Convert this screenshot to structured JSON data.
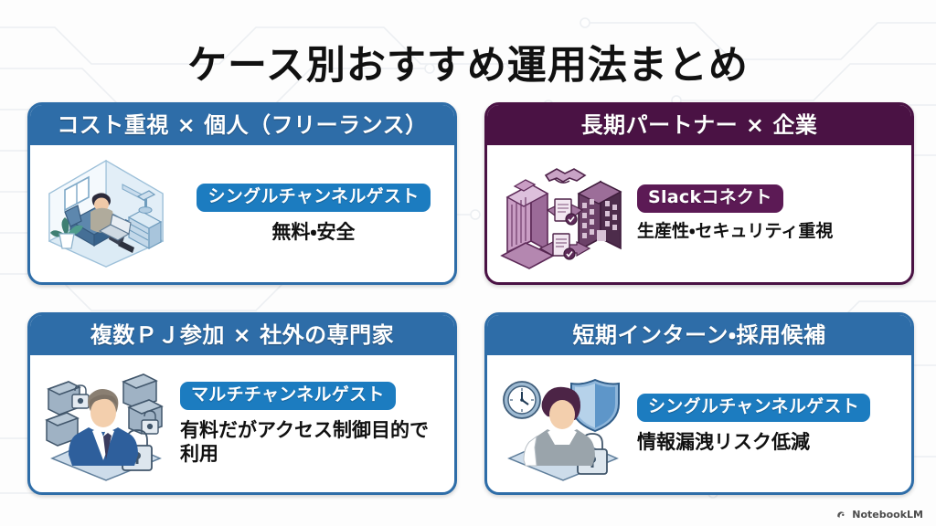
{
  "slide": {
    "title": "ケース別おすすめ運用法まとめ",
    "background": "#fdfdfd",
    "accent_blue": "#2e6da8",
    "accent_purple": "#4a1244",
    "badge_blue": "#1c7cc0",
    "badge_purple": "#5c1a55"
  },
  "cards": [
    {
      "id": "cost-freelance",
      "header": "コスト重視 × 個人（フリーランス）",
      "badge": "シングルチャンネルゲスト",
      "description": "無料・安全",
      "theme": "blue",
      "illustration": "home-office-person-laptop-icon"
    },
    {
      "id": "long-term-partner",
      "header": "長期パートナー × 企業",
      "badge": "Slackコネクト",
      "description": "生産性・セキュリティ重視",
      "theme": "purple",
      "illustration": "two-buildings-handshake-documents-icon"
    },
    {
      "id": "multi-project",
      "header": "複数ＰＪ参加 × 社外の専門家",
      "badge": "マルチチャンネルゲスト",
      "description": "有料だがアクセス制御目的で利用",
      "theme": "blue",
      "illustration": "businessman-folders-locks-icon"
    },
    {
      "id": "short-term-intern",
      "header": "短期インターン・採用候補",
      "badge": "シングルチャンネルゲスト",
      "description": "情報漏洩リスク低減",
      "theme": "blue",
      "illustration": "person-clock-shield-lock-icon"
    }
  ],
  "footer": {
    "watermark": "NotebookLM"
  }
}
